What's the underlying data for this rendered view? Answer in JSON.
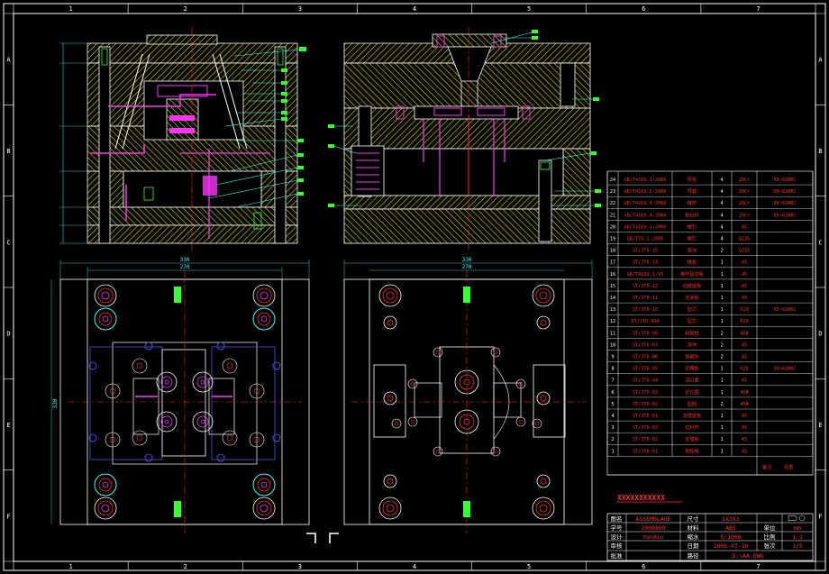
{
  "frame": {
    "columns": [
      "1",
      "2",
      "3",
      "4",
      "5",
      "6",
      "7"
    ],
    "rows": [
      "A",
      "B",
      "C",
      "D",
      "E",
      "F"
    ]
  },
  "plan_views": {
    "left_width_outer": "330",
    "left_width_inner": "270",
    "left_height": "330",
    "right_width_outer": "330",
    "right_width_inner": "270"
  },
  "bom": {
    "rows": [
      {
        "no": "24",
        "std": "GB/T4169.1-2006",
        "name": "导柱",
        "qty": "4",
        "mat": "20Cr",
        "note": "58~62HRC"
      },
      {
        "no": "23",
        "std": "GB/T4169.2-2006",
        "name": "导套",
        "qty": "4",
        "mat": "20Cr",
        "note": "58~62HRC"
      },
      {
        "no": "22",
        "std": "GB/T4169.4-2006",
        "name": "推杆",
        "qty": "4",
        "mat": "20Cr",
        "note": "58~62HRC"
      },
      {
        "no": "21",
        "std": "GB/T4169.4-2006",
        "name": "复位杆",
        "qty": "4",
        "mat": "20Cr",
        "note": "58~62HRC"
      },
      {
        "no": "20",
        "std": "GB/T4169.1-2006",
        "name": "螺钉",
        "qty": "4",
        "mat": "45",
        "note": ""
      },
      {
        "no": "19",
        "std": "GB/T70.1-2000",
        "name": "螺钉",
        "qty": "4",
        "mat": "Q235",
        "note": ""
      },
      {
        "no": "18",
        "std": "ST/JT0-15",
        "name": "垫块",
        "qty": "2",
        "mat": "Q235",
        "note": ""
      },
      {
        "no": "17",
        "std": "ST/JT0-14",
        "name": "推板",
        "qty": "1",
        "mat": "45",
        "note": ""
      },
      {
        "no": "16",
        "std": "GB/T4169.1-95",
        "name": "推杆固定板",
        "qty": "1",
        "mat": "45",
        "note": ""
      },
      {
        "no": "15",
        "std": "ST/JT0-12",
        "name": "动模座板",
        "qty": "1",
        "mat": "45",
        "note": ""
      },
      {
        "no": "14",
        "std": "ST/JT0-11",
        "name": "支承板",
        "qty": "1",
        "mat": "45",
        "note": ""
      },
      {
        "no": "13",
        "std": "ST/JT0-10",
        "name": "型芯",
        "qty": "1",
        "mat": "P20",
        "note": "58~62HRC"
      },
      {
        "no": "12",
        "std": "ST/JT0-009",
        "name": "型芯",
        "qty": "1",
        "mat": "P20",
        "note": ""
      },
      {
        "no": "11",
        "std": "ST/JT0-08",
        "name": "斜导柱",
        "qty": "2",
        "mat": "45#",
        "note": ""
      },
      {
        "no": "10",
        "std": "ST/JT0-07",
        "name": "滑块",
        "qty": "2",
        "mat": "45",
        "note": ""
      },
      {
        "no": "9",
        "std": "ST/JT0-06",
        "name": "锁紧块",
        "qty": "2",
        "mat": "45",
        "note": ""
      },
      {
        "no": "8",
        "std": "ST/JT0-05",
        "name": "定模板",
        "qty": "1",
        "mat": "P20",
        "note": "58~62HRC"
      },
      {
        "no": "7",
        "std": "ST/JT0-04",
        "name": "浇口套",
        "qty": "1",
        "mat": "45",
        "note": ""
      },
      {
        "no": "6",
        "std": "ST/JT0-03",
        "name": "定位圈",
        "qty": "1",
        "mat": "45#",
        "note": ""
      },
      {
        "no": "5",
        "std": "ST/JT0-02",
        "name": "型腔",
        "qty": "2",
        "mat": "45#",
        "note": ""
      },
      {
        "no": "4",
        "std": "ST/JT0-01",
        "name": "定模座板",
        "qty": "1",
        "mat": "45",
        "note": ""
      },
      {
        "no": "3",
        "std": "ST/JT0-03",
        "name": "拉料杆",
        "qty": "1",
        "mat": "45",
        "note": ""
      },
      {
        "no": "2",
        "std": "ST/JT0-02",
        "name": "定模板",
        "qty": "1",
        "mat": "45",
        "note": ""
      },
      {
        "no": "1",
        "std": "ST/JT0-01",
        "name": "型腔板",
        "qty": "1",
        "mat": "45",
        "note": ""
      }
    ],
    "header_note_1": "备注",
    "header_note_2": "总重"
  },
  "title_block": {
    "project_title": "XXXXXXXXXXX",
    "r1": {
      "label": "图名",
      "value": "ASSEMBLAGE",
      "label2": "尺寸",
      "value2": "1X3X3"
    },
    "r2": {
      "label": "学号",
      "value": "2008800",
      "label2": "材料",
      "value2": "ABS",
      "label3": "单位",
      "value3": "mm"
    },
    "r3": {
      "label": "设计",
      "value": "YanXiu",
      "label2": "缩水",
      "value2": "5/1000",
      "label3": "比例",
      "value3": "1:1"
    },
    "r4": {
      "label": "审核",
      "value": "",
      "label2": "日期",
      "value2": "2008-07-10",
      "label3": "张次",
      "value3": "1/5"
    },
    "r5": {
      "label": "批准",
      "value": "",
      "label2": "路径",
      "value2": "D:\\AA.DWG"
    }
  },
  "colors": {
    "line": "#ffffff",
    "hatch": "#e6e658",
    "red": "#ff2b2b",
    "magenta": "#ff33ff",
    "cyan": "#33ffff",
    "green": "#33ff33",
    "yellow": "#ffff44",
    "blue": "#5b5bff"
  }
}
